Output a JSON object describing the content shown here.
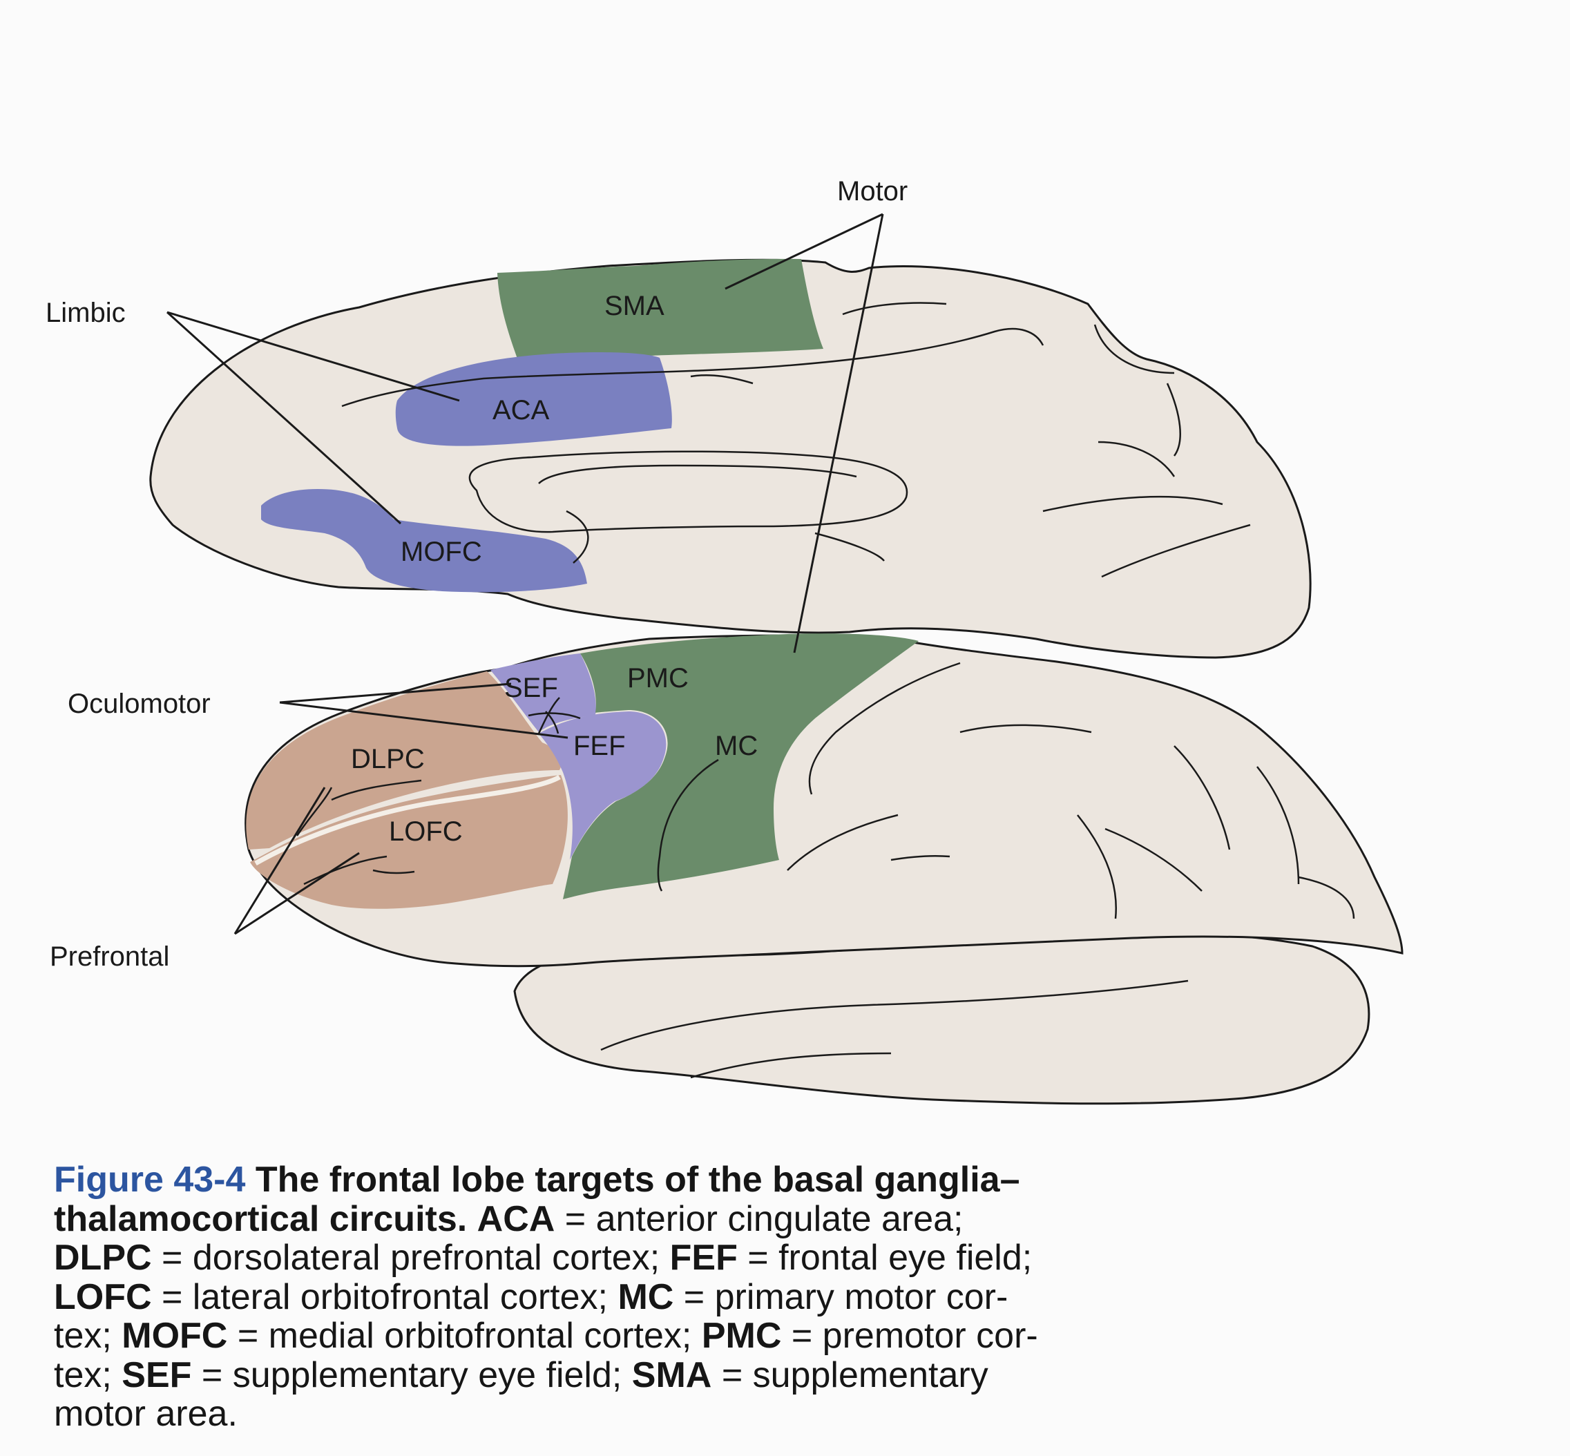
{
  "groups": {
    "motor": "Motor",
    "limbic": "Limbic",
    "oculomotor": "Oculomotor",
    "prefrontal": "Prefrontal"
  },
  "regions": {
    "sma": "SMA",
    "aca": "ACA",
    "mofc": "MOFC",
    "sef": "SEF",
    "pmc": "PMC",
    "fef": "FEF",
    "mc": "MC",
    "dlpc": "DLPC",
    "lofc": "LOFC"
  },
  "colors": {
    "motor_green": "#6a8c6a",
    "limbic_blue": "#7a80c0",
    "oculomotor_violet": "#9b95cf",
    "prefrontal_tan": "#caa590",
    "brain_fill": "#ece6df",
    "figure_number": "#2c55a0"
  },
  "caption": {
    "figure_number": "Figure 43-4",
    "title_1": "The frontal lobe targets of the basal ganglia–",
    "title_2": "thalamocortical circuits.",
    "line2_rest": "= anterior cingulate area;",
    "line3_a": "= dorsolateral prefrontal cortex;",
    "line3_b": "= frontal eye field;",
    "line4_a": "= lateral orbitofrontal cortex;",
    "line4_b": "= primary motor cor-",
    "line5_pre": "tex;",
    "line5_a": "= medial orbitofrontal cortex;",
    "line5_b": "= premotor cor-",
    "line6_pre": "tex;",
    "line6_a": "= supplementary eye field;",
    "line6_b": "= supplementary",
    "line7": "motor area."
  }
}
